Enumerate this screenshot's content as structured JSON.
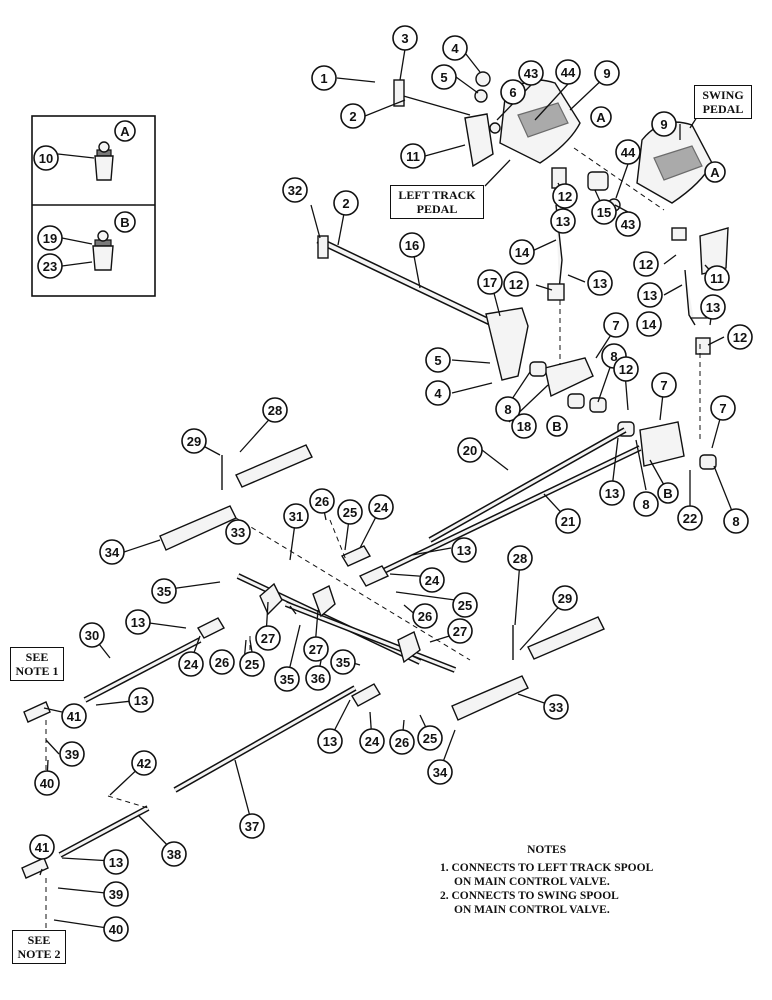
{
  "labels": {
    "left_track_pedal": "LEFT TRACK PEDAL",
    "swing_pedal": "SWING PEDAL",
    "see_note_1": "SEE NOTE 1",
    "see_note_2": "SEE NOTE 2"
  },
  "inset": {
    "a": "A",
    "b": "B"
  },
  "view_refs": [
    "A",
    "B"
  ],
  "notes": {
    "heading": "NOTES",
    "items": [
      "1. CONNECTS TO LEFT TRACK SPOOL",
      "ON MAIN CONTROL VALVE.",
      "2. CONNECTS TO SWING SPOOL",
      "ON MAIN CONTROL VALVE."
    ]
  },
  "callouts": {
    "c1": "1",
    "c2": "2",
    "c3": "3",
    "c4": "4",
    "c5": "5",
    "c6": "6",
    "c7": "7",
    "c8": "8",
    "c9": "9",
    "c10": "10",
    "c11": "11",
    "c12": "12",
    "c13": "13",
    "c14": "14",
    "c15": "15",
    "c16": "16",
    "c17": "17",
    "c18": "18",
    "c19": "19",
    "c20": "20",
    "c21": "21",
    "c22": "22",
    "c23": "23",
    "c24": "24",
    "c25": "25",
    "c26": "26",
    "c27": "27",
    "c28": "28",
    "c29": "29",
    "c30": "30",
    "c31": "31",
    "c32": "32",
    "c33": "33",
    "c34": "34",
    "c35": "35",
    "c36": "36",
    "c37": "37",
    "c38": "38",
    "c39": "39",
    "c40": "40",
    "c41": "41",
    "c42": "42",
    "c43": "43",
    "c44": "44"
  }
}
